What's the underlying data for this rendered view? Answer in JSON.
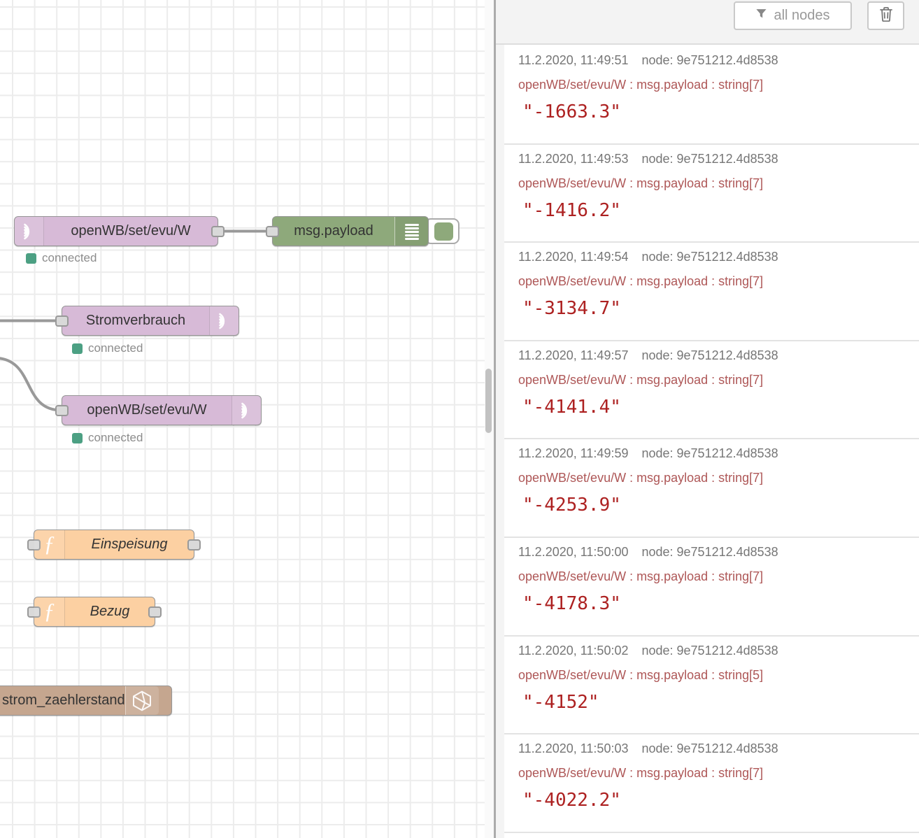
{
  "canvas": {
    "nodes": [
      {
        "label": "openWB/set/evu/W",
        "status": "connected",
        "icon": "radio-waves-icon"
      },
      {
        "label": "msg.payload",
        "icon": "debug-list-icon"
      },
      {
        "label": "Stromverbrauch",
        "status": "connected",
        "icon": "radio-waves-icon"
      },
      {
        "label": "openWB/set/evu/W",
        "status": "connected",
        "icon": "radio-waves-icon"
      },
      {
        "label": "Einspeisung",
        "icon": "function-f-icon"
      },
      {
        "label": "Bezug",
        "icon": "function-f-icon"
      },
      {
        "label": "strom_zaehlerstand",
        "icon": "influxdb-hexagon-icon"
      }
    ],
    "colors": {
      "mqtt_node": "#d7bad7",
      "debug_node": "#8ea97b",
      "function_node": "#fcd0a2",
      "influx_node": "#c5a68f",
      "status_green": "#4ca083",
      "wire_gray": "#999999"
    }
  },
  "sidebar": {
    "filter_button_label": "all nodes",
    "trash_icon": "trash-icon",
    "colors": {
      "topic_red": "#ae5757",
      "payload_red": "#ad2121"
    },
    "messages": [
      {
        "time": "11.2.2020, 11:49:51",
        "node": "node: 9e751212.4d8538",
        "meta": "openWB/set/evu/W : msg.payload : string[7]",
        "payload": "\"-1663.3\""
      },
      {
        "time": "11.2.2020, 11:49:53",
        "node": "node: 9e751212.4d8538",
        "meta": "openWB/set/evu/W : msg.payload : string[7]",
        "payload": "\"-1416.2\""
      },
      {
        "time": "11.2.2020, 11:49:54",
        "node": "node: 9e751212.4d8538",
        "meta": "openWB/set/evu/W : msg.payload : string[7]",
        "payload": "\"-3134.7\""
      },
      {
        "time": "11.2.2020, 11:49:57",
        "node": "node: 9e751212.4d8538",
        "meta": "openWB/set/evu/W : msg.payload : string[7]",
        "payload": "\"-4141.4\""
      },
      {
        "time": "11.2.2020, 11:49:59",
        "node": "node: 9e751212.4d8538",
        "meta": "openWB/set/evu/W : msg.payload : string[7]",
        "payload": "\"-4253.9\""
      },
      {
        "time": "11.2.2020, 11:50:00",
        "node": "node: 9e751212.4d8538",
        "meta": "openWB/set/evu/W : msg.payload : string[7]",
        "payload": "\"-4178.3\""
      },
      {
        "time": "11.2.2020, 11:50:02",
        "node": "node: 9e751212.4d8538",
        "meta": "openWB/set/evu/W : msg.payload : string[5]",
        "payload": "\"-4152\""
      },
      {
        "time": "11.2.2020, 11:50:03",
        "node": "node: 9e751212.4d8538",
        "meta": "openWB/set/evu/W : msg.payload : string[7]",
        "payload": "\"-4022.2\""
      }
    ]
  }
}
